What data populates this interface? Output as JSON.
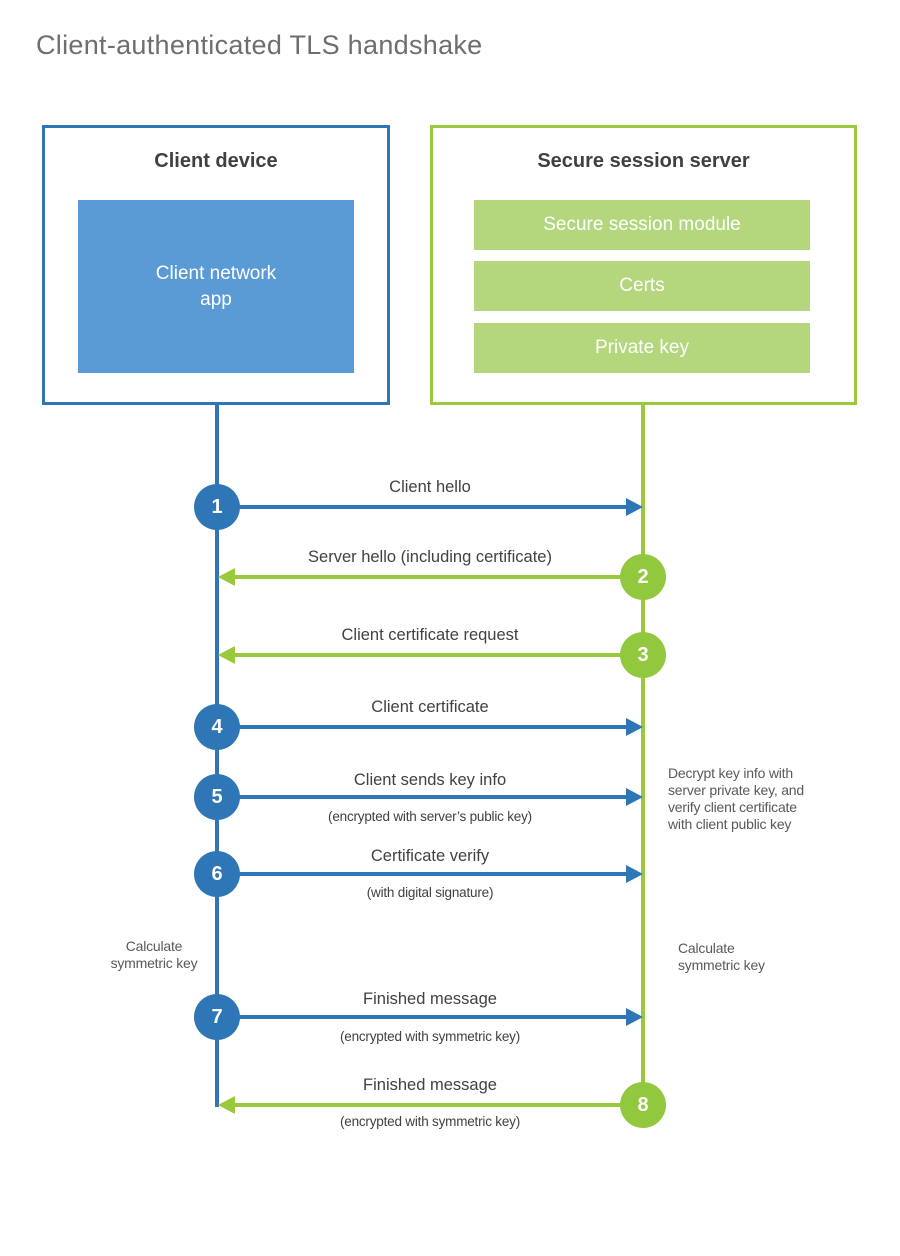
{
  "title": "Client-authenticated TLS handshake",
  "colors": {
    "blue": "#2e76b6",
    "blue_light": "#5b9bd5",
    "green": "#9aca3c",
    "green_circle": "#92c83d",
    "green_light": "#b4d77d",
    "text_dark": "#414042",
    "text_gray": "#58595b",
    "title_gray": "#6d6e71"
  },
  "actors": {
    "client": {
      "title": "Client device",
      "app_label": "Client network\napp"
    },
    "server": {
      "title": "Secure session server",
      "modules": [
        "Secure session module",
        "Certs",
        "Private key"
      ]
    }
  },
  "messages": [
    {
      "number": "1",
      "label": "Client hello",
      "direction": "right",
      "color": "blue"
    },
    {
      "number": "2",
      "label": "Server hello (including certificate)",
      "direction": "left",
      "color": "green"
    },
    {
      "number": "3",
      "label": "Client certificate request",
      "direction": "left",
      "color": "green"
    },
    {
      "number": "4",
      "label": "Client certificate",
      "direction": "right",
      "color": "blue"
    },
    {
      "number": "5",
      "label": "Client sends key info",
      "sublabel": "(encrypted with server’s public key)",
      "direction": "right",
      "color": "blue"
    },
    {
      "number": "6",
      "label": "Certificate verify",
      "sublabel": "(with digital signature)",
      "direction": "right",
      "color": "blue"
    },
    {
      "number": "7",
      "label": "Finished message",
      "sublabel": "(encrypted with symmetric key)",
      "direction": "right",
      "color": "blue"
    },
    {
      "number": "8",
      "label": "Finished message",
      "sublabel": "(encrypted with symmetric key)",
      "direction": "left",
      "color": "green"
    }
  ],
  "notes": {
    "decrypt": "Decrypt key info with\nserver private key, and\nverify client certificate\nwith client public key",
    "calc_left": "Calculate\nsymmetric key",
    "calc_right": "Calculate\nsymmetric key"
  }
}
